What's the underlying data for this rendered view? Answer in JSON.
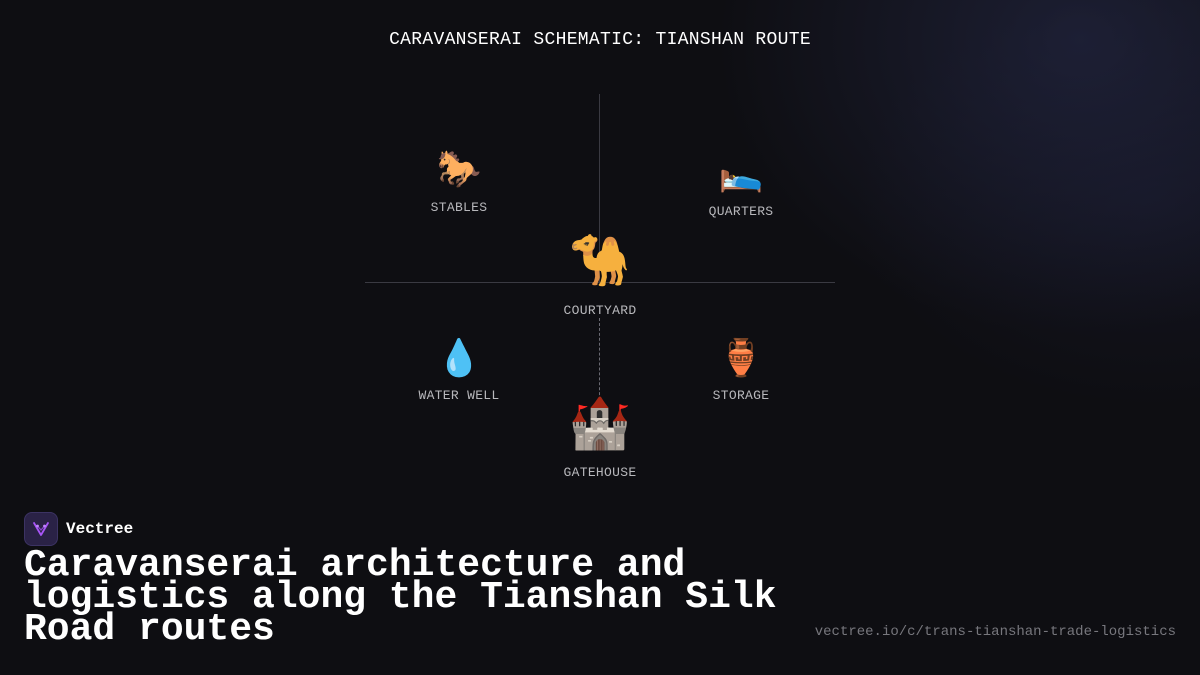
{
  "diagram": {
    "title": "CARAVANSERAI SCHEMATIC: TIANSHAN ROUTE",
    "nodes": {
      "stables": {
        "icon": "🐎",
        "label": "STABLES"
      },
      "quarters": {
        "icon": "🛌",
        "label": "QUARTERS"
      },
      "courtyard": {
        "icon": "🐪",
        "label": "COURTYARD"
      },
      "water_well": {
        "icon": "💧",
        "label": "WATER WELL"
      },
      "storage": {
        "icon": "🏺",
        "label": "STORAGE"
      },
      "gatehouse": {
        "icon": "🏰",
        "label": "GATEHOUSE"
      }
    }
  },
  "brand": {
    "name": "Vectree",
    "logo_icon": "vectree-logo-icon",
    "accent": "#a855f7"
  },
  "headline": "Caravanserai architecture and logistics along the Tianshan Silk Road routes",
  "url": "vectree.io/c/trans-tianshan-trade-logistics"
}
